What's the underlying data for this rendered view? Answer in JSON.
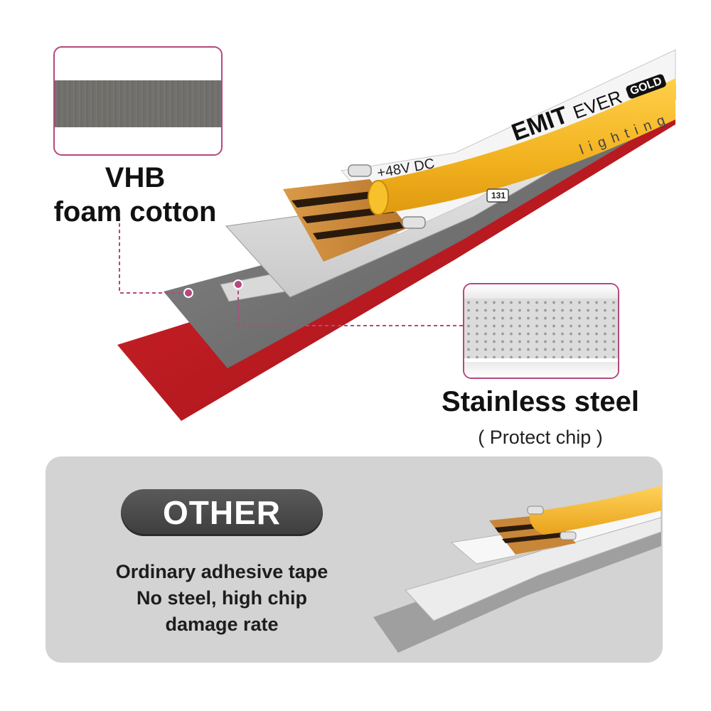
{
  "callouts": {
    "vhb": {
      "line1": "VHB",
      "line2": "foam cotton"
    },
    "steel": {
      "title": "Stainless steel",
      "subtitle": "( Protect chip )"
    }
  },
  "strip_print": {
    "brand": "EMIT",
    "series": "EVER",
    "badge": "GOLD",
    "voltage": "+48V DC",
    "tagline": "lighting",
    "chip_code": "131"
  },
  "other": {
    "badge": "OTHER",
    "desc_line1": "Ordinary adhesive tape",
    "desc_line2": "No steel, high chip",
    "desc_line3": "damage rate"
  },
  "colors": {
    "accent": "#b5487e",
    "strip_yellow": "#f2b21f",
    "backing_red": "#c0191f",
    "foam_gray": "#6f6f6f",
    "panel_gray": "#d3d3d3",
    "badge_dark": "#4a4a4a"
  }
}
